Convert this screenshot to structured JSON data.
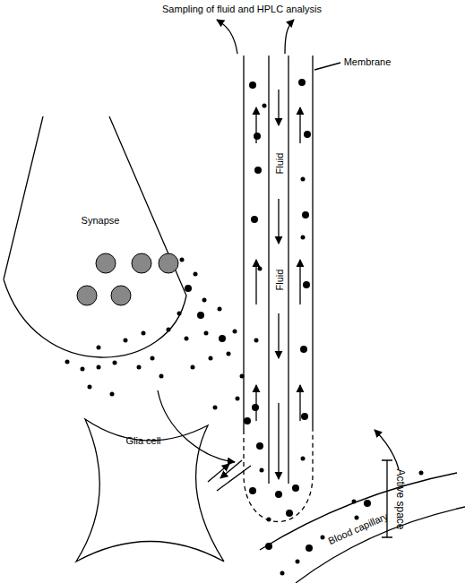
{
  "diagram": {
    "labels": [
      "Sampling of fluid and HPLC analysis",
      "Membrane",
      "Fluid",
      "Fluid",
      "Active space",
      "Synapse",
      "Glia cell",
      "Blood capillary"
    ]
  }
}
